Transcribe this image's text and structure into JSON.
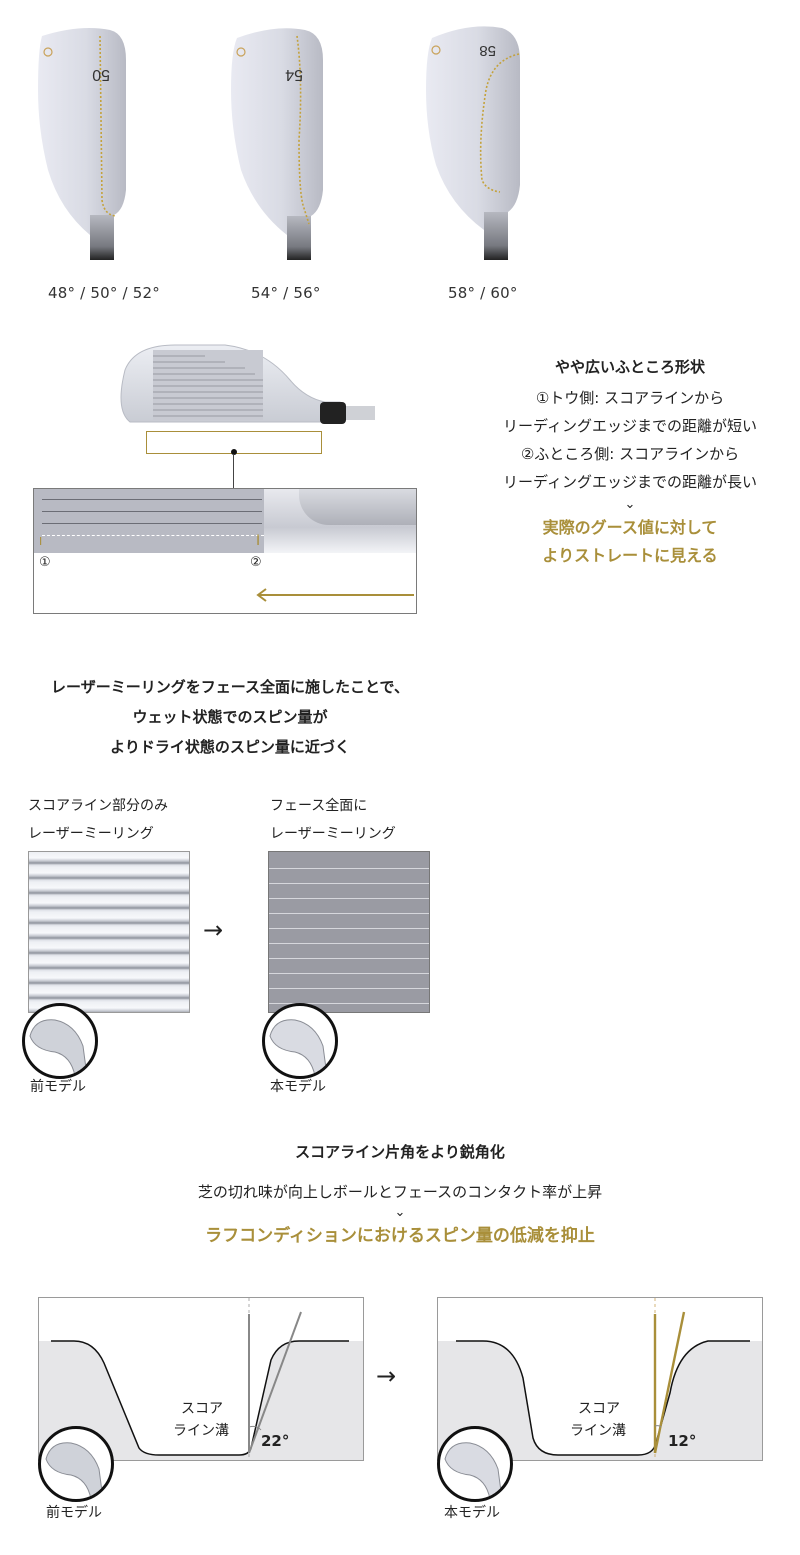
{
  "loft_section": {
    "heads": [
      {
        "stamp": "50",
        "label": "48° / 50° / 52°"
      },
      {
        "stamp": "54",
        "label": "54° / 56°"
      },
      {
        "stamp": "58",
        "label": "58° / 60°"
      }
    ]
  },
  "pocket_section": {
    "title": "やや広いふところ形状",
    "lines": [
      "①トウ側: スコアラインから",
      "リーディングエッジまでの距離が短い",
      "②ふところ側: スコアラインから",
      "リーディングエッジまでの距離が長い"
    ],
    "arrow": "⌄",
    "result_lines": [
      "実際のグース値に対して",
      "よりストレートに見える"
    ],
    "markers": {
      "toe": "①",
      "heel": "②"
    }
  },
  "laser_section": {
    "headline": [
      "レーザーミーリングをフェース全面に施したことで、",
      "ウェット状態でのスピン量が",
      "よりドライ状態のスピン量に近づく"
    ],
    "old": {
      "caption": [
        "スコアライン部分のみ",
        "レーザーミーリング"
      ],
      "model": "前モデル"
    },
    "new": {
      "caption": [
        "フェース全面に",
        "レーザーミーリング"
      ],
      "model": "本モデル"
    },
    "arrow": "→"
  },
  "groove_section": {
    "title": "スコアライン片角をより鋭角化",
    "subtitle": "芝の切れ味が向上しボールとフェースのコンタクト率が上昇",
    "arrow": "⌄",
    "result": "ラフコンディションにおけるスピン量の低減を抑止",
    "old": {
      "groove_label": [
        "スコア",
        "ライン溝"
      ],
      "angle": "22°",
      "model": "前モデル"
    },
    "new": {
      "groove_label": [
        "スコア",
        "ライン溝"
      ],
      "angle": "12°",
      "model": "本モデル"
    },
    "arrow_between": "→"
  },
  "colors": {
    "accent_gold": "#a98f3a",
    "line_gray": "#888888",
    "groove_fill": "#e6e6e8"
  }
}
